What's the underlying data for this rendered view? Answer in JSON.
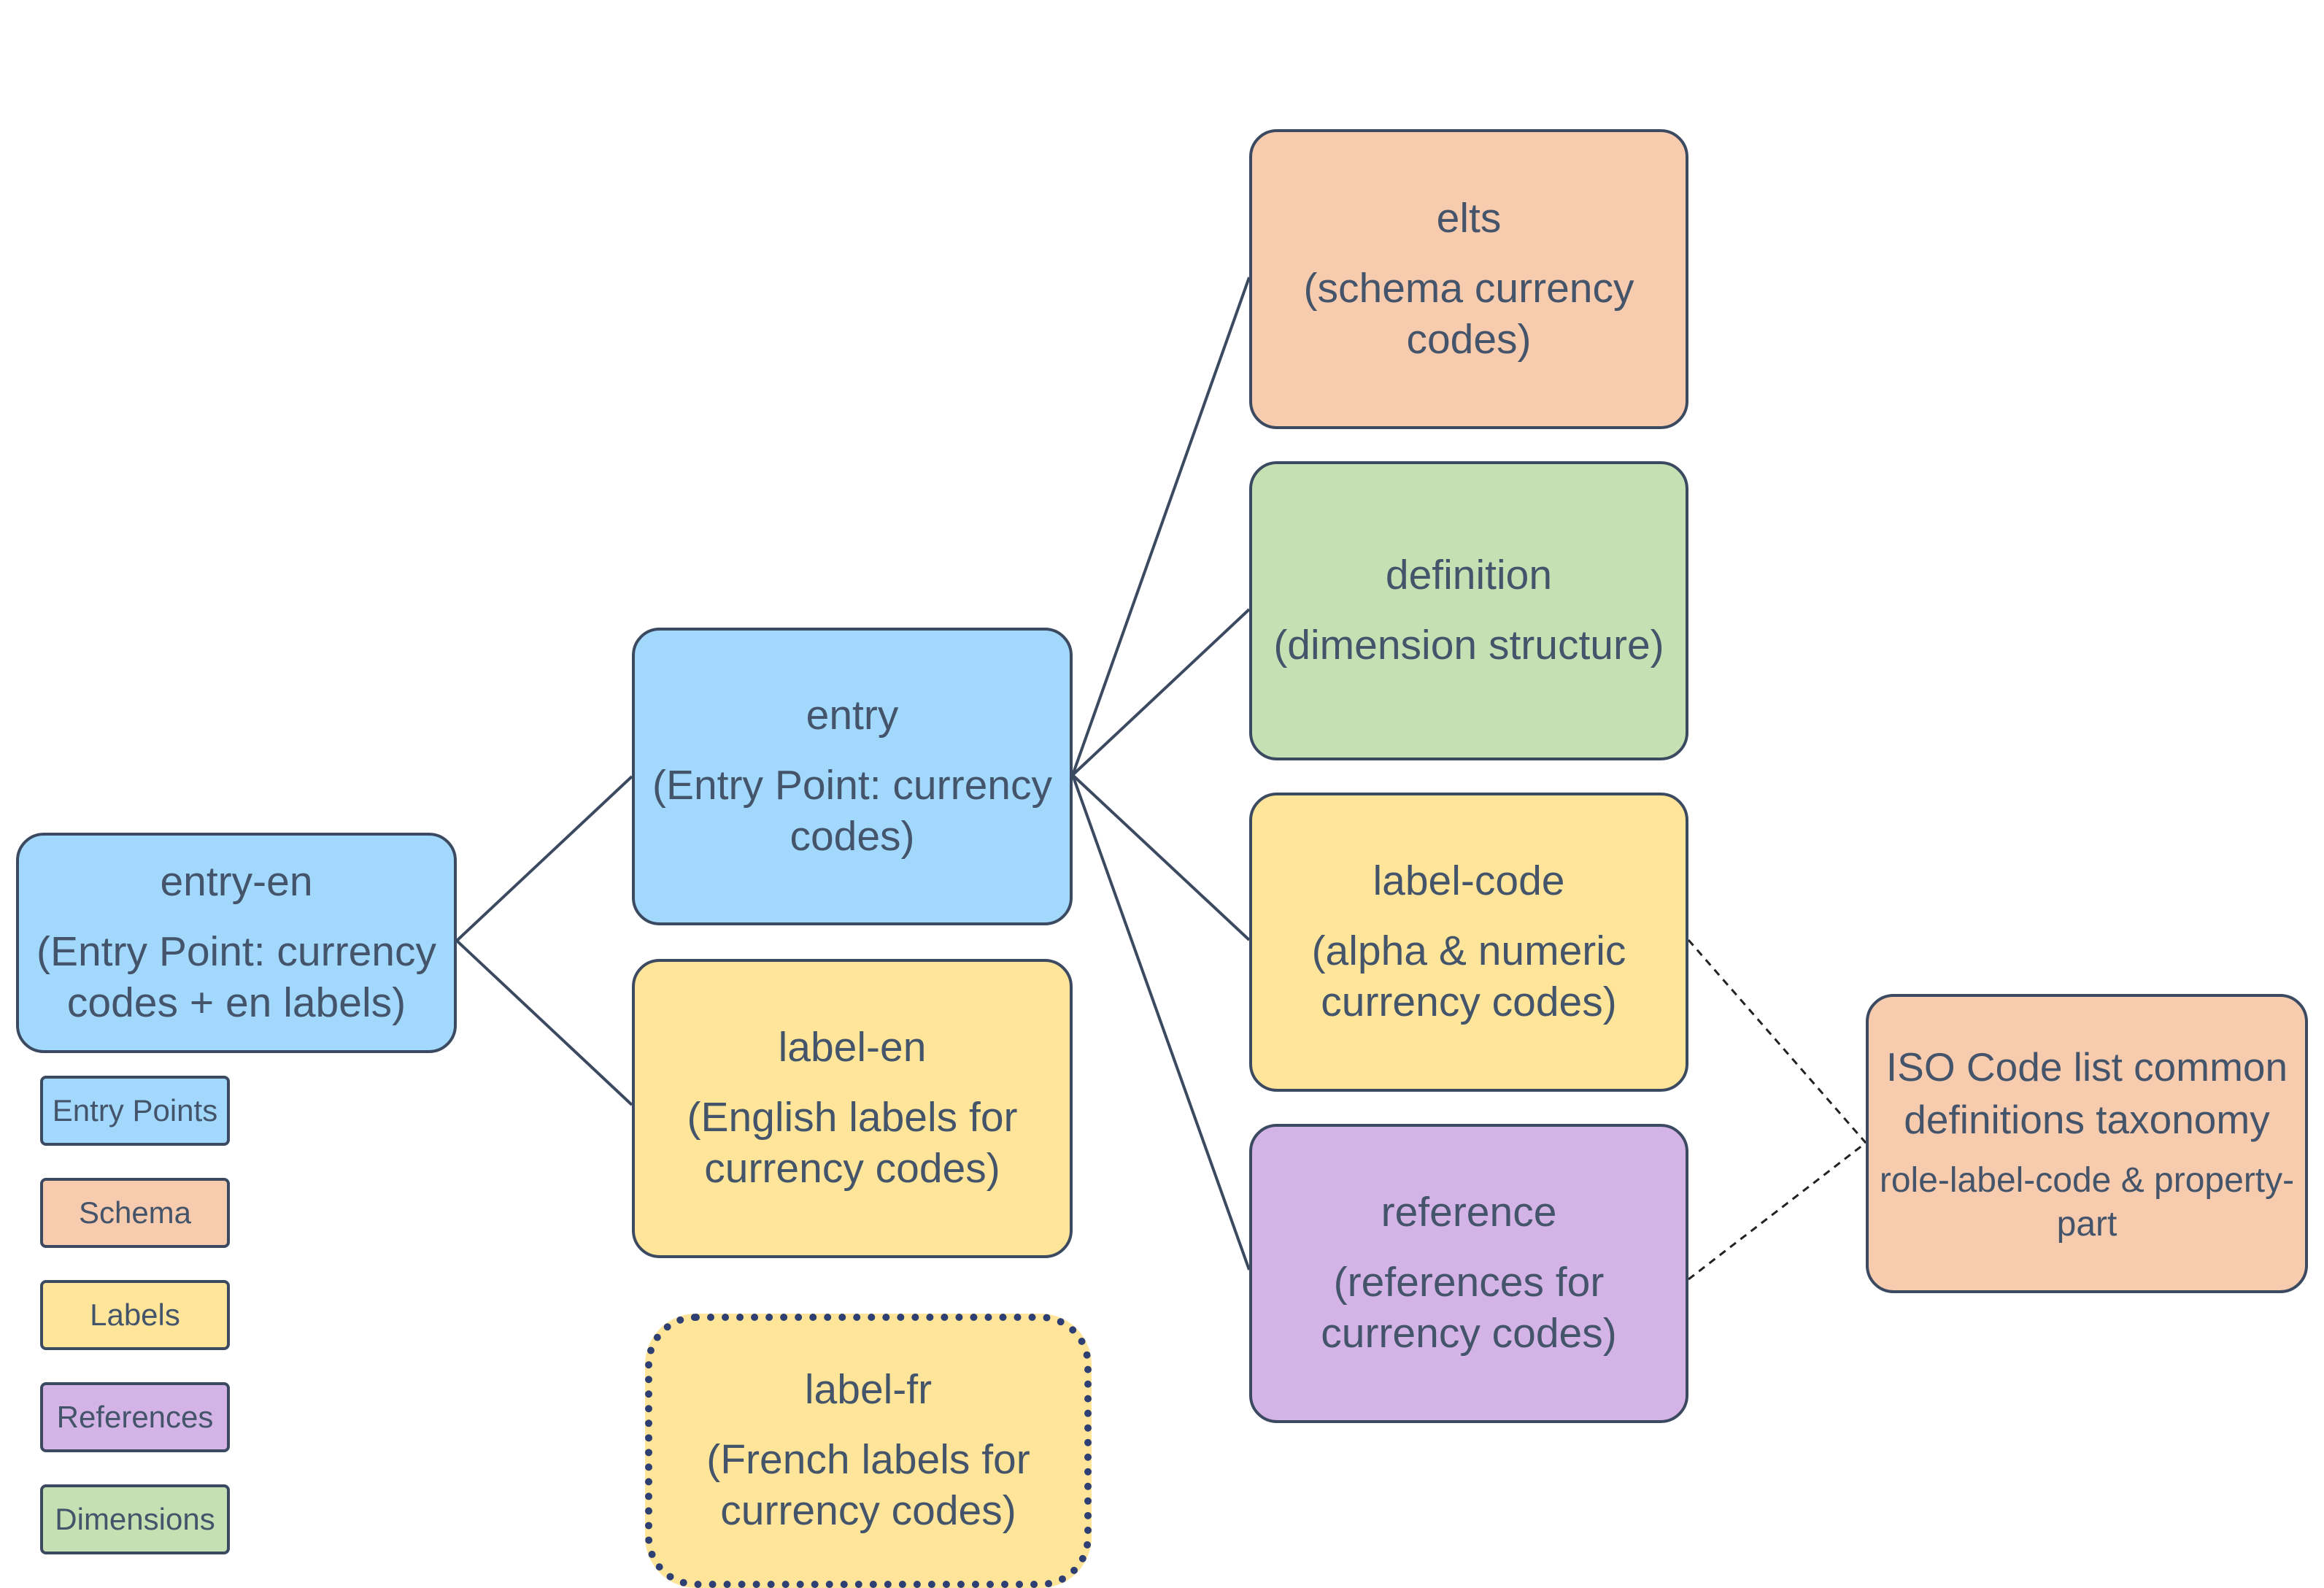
{
  "nodes": {
    "entry_en": {
      "title": "entry-en",
      "desc": "(Entry Point: currency codes + en labels)"
    },
    "entry": {
      "title": "entry",
      "desc": "(Entry Point: currency codes)"
    },
    "label_en": {
      "title": "label-en",
      "desc": "(English labels for currency codes)"
    },
    "label_fr": {
      "title": "label-fr",
      "desc": "(French labels for currency codes)"
    },
    "elts": {
      "title": "elts",
      "desc": "(schema currency codes)"
    },
    "definition": {
      "title": "definition",
      "desc": "(dimension structure)"
    },
    "label_code": {
      "title": "label-code",
      "desc": "(alpha & numeric currency codes)"
    },
    "reference": {
      "title": "reference",
      "desc": "(references for currency codes)"
    },
    "iso": {
      "title": "ISO Code list common definitions taxonomy",
      "desc": "role-label-code & property-part"
    }
  },
  "legend": [
    {
      "label": "Entry Points",
      "color": "#a3d8fd"
    },
    {
      "label": "Schema",
      "color": "#f7cbad"
    },
    {
      "label": "Labels",
      "color": "#fee599"
    },
    {
      "label": "References",
      "color": "#d4b4e6"
    },
    {
      "label": "Dimensions",
      "color": "#c6e0b4"
    }
  ],
  "colors": {
    "entry_point": "#a3d8fd",
    "schema": "#f7cbad",
    "labels": "#fee599",
    "references": "#d4b4e6",
    "dimensions": "#c6e0b4",
    "border": "#3b4a60",
    "text": "#44546a"
  }
}
